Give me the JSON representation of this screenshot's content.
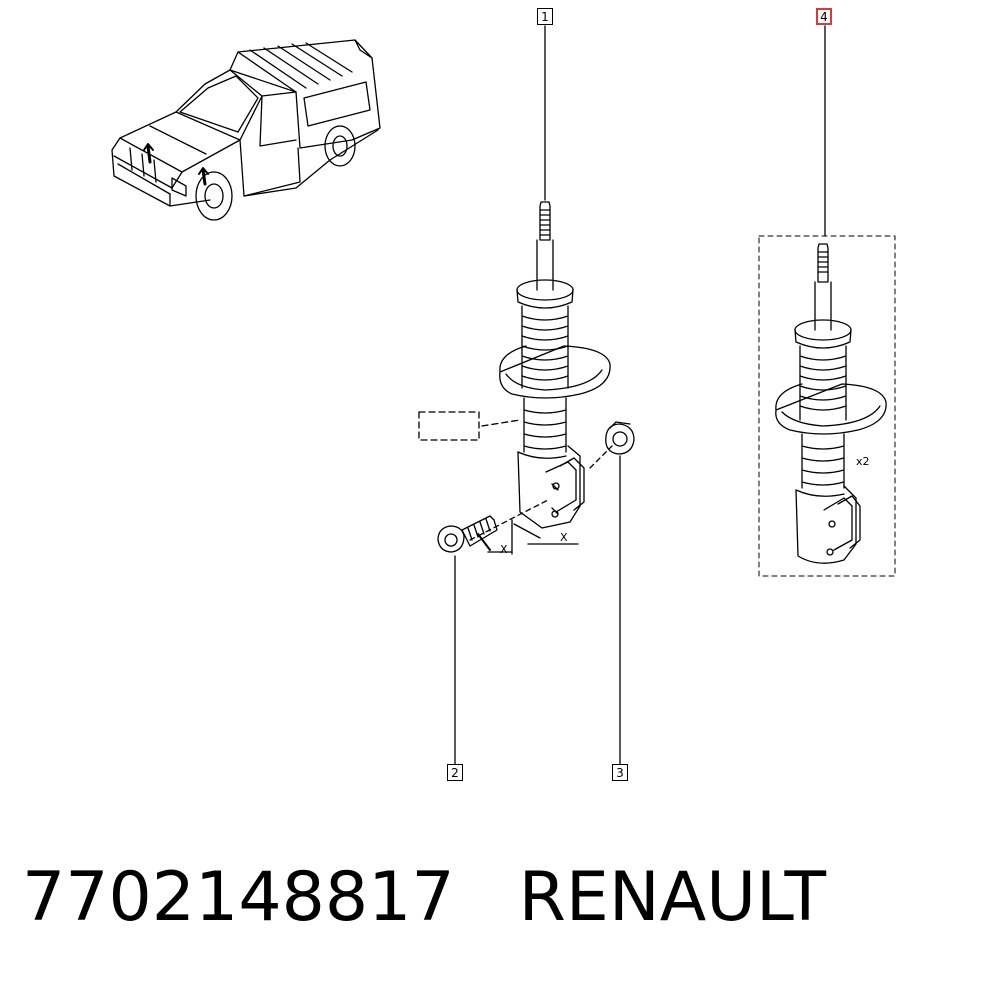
{
  "callouts": {
    "c1": "1",
    "c2": "2",
    "c3": "3",
    "c4": "4"
  },
  "annotations": {
    "dim_x_left": "X",
    "dim_x_right": "X",
    "quantity": "x2"
  },
  "footer": {
    "part_number": "7702148817",
    "brand": "RENAULT"
  },
  "colors": {
    "line": "#000000",
    "highlight": "#d83a3a"
  }
}
